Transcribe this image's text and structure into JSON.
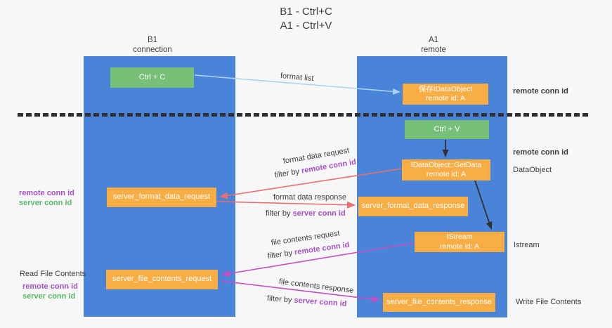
{
  "colors": {
    "background": "#f7f7f8",
    "column_blue": "#4a84d9",
    "node_green": "#76c078",
    "node_orange": "#f9ae45",
    "arrow_black": "#303030",
    "arrow_red": "#ec6e6e",
    "arrow_magenta": "#c44ec4",
    "arrow_lightblue": "#a9d4f1",
    "text_dark": "#3f3f3f",
    "remote_conn_purple": "#a550c9",
    "server_conn_green": "#55b967"
  },
  "title": {
    "line1": "B1 - Ctrl+C",
    "line2": "A1 - Ctrl+V"
  },
  "columns": {
    "left": {
      "name": "B1",
      "role": "connection"
    },
    "right": {
      "name": "A1",
      "role": "remote"
    }
  },
  "nodes": {
    "ctrl_c": "Ctrl + C",
    "ctrl_v": "Ctrl + V",
    "save_dataobject": {
      "line1": "保存IDataObject",
      "line2": "remote id: A"
    },
    "getdata": {
      "line1": "IDataObject::GetData",
      "line2": "remote id: A"
    },
    "istream": {
      "line1": "IStream",
      "line2": "remote id: A"
    },
    "server_format_data_request": "server_format_data_request",
    "server_format_data_response": "server_format_data_response",
    "server_file_contents_request": "server_file_contents_request",
    "server_file_contents_response": "server_file_contents_response"
  },
  "flow": {
    "format_list": "format list",
    "format_data_request": "format data request",
    "format_data_response": "format data response",
    "file_contents_request": "file contents request",
    "file_contents_response": "file contents response",
    "filter_by": "filter by "
  },
  "labels": {
    "remote_conn_id": "remote conn id",
    "server_conn_id": "server conn id",
    "read_file_contents": "Read File Contents",
    "write_file_contents": "Write File Contents",
    "dataobject": "DataObject",
    "istream": "Istream"
  }
}
